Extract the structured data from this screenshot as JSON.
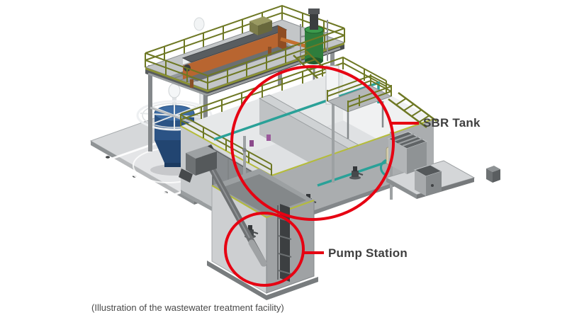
{
  "illustration": {
    "subject": "wastewater treatment facility",
    "style": "isometric 3D CAD rendering",
    "highlighted_components": [
      "SBR Tank",
      "Pump Station"
    ]
  },
  "labels": {
    "sbr_tank": "SBR Tank",
    "pump_station": "Pump Station"
  },
  "caption": "(Illustration of the wastewater treatment facility)",
  "colors": {
    "annotation_red": "#e60012",
    "label_text": "#3f3f3f",
    "caption_text": "#4a4a4a",
    "railing_olive": "#6e7824",
    "kickplate_yellow_green": "#b5bc3a",
    "pipe_teal": "#2aa198",
    "machine_orange": "#b86530",
    "mixer_tank_blue": "#2b5385",
    "feed_tank_green": "#2e7d3c",
    "concrete_light": "#cdd0d2",
    "concrete_dark": "#888c8f"
  }
}
